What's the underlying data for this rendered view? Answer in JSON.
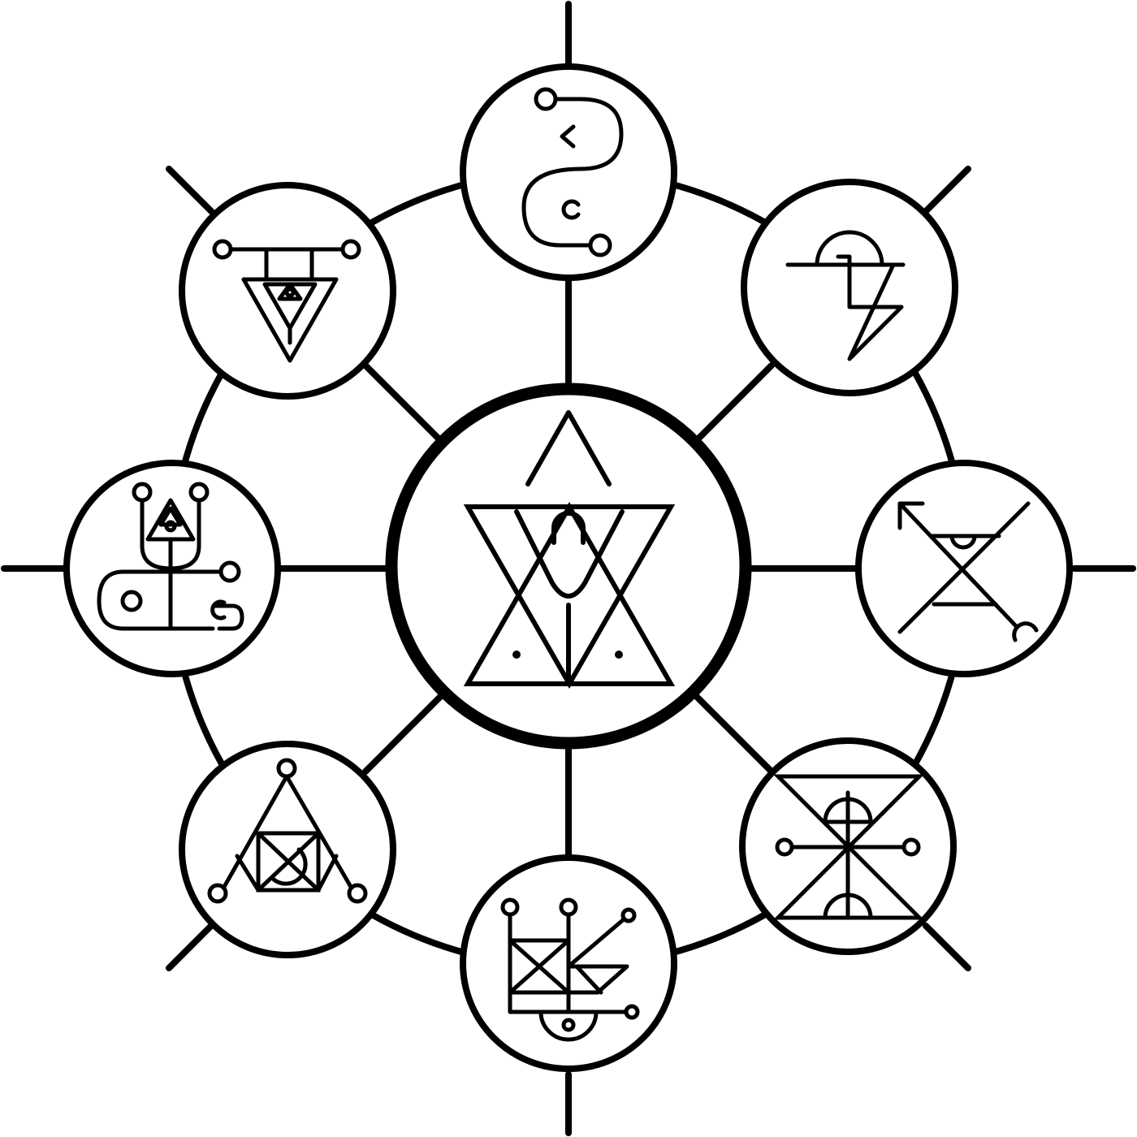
{
  "diagram": {
    "background": "#ffffff",
    "ink_color": "#000000",
    "center_symbol": "central-triangle-sigil",
    "symbols": [
      "serpent-sigil",
      "arc-zigzag-sigil",
      "arrow-cross-sigil",
      "hourglass-cross-sigil",
      "crowned-branch-sigil",
      "triangle-square-sigil",
      "trident-loop-sigil",
      "inverted-triangle-sigil"
    ]
  }
}
